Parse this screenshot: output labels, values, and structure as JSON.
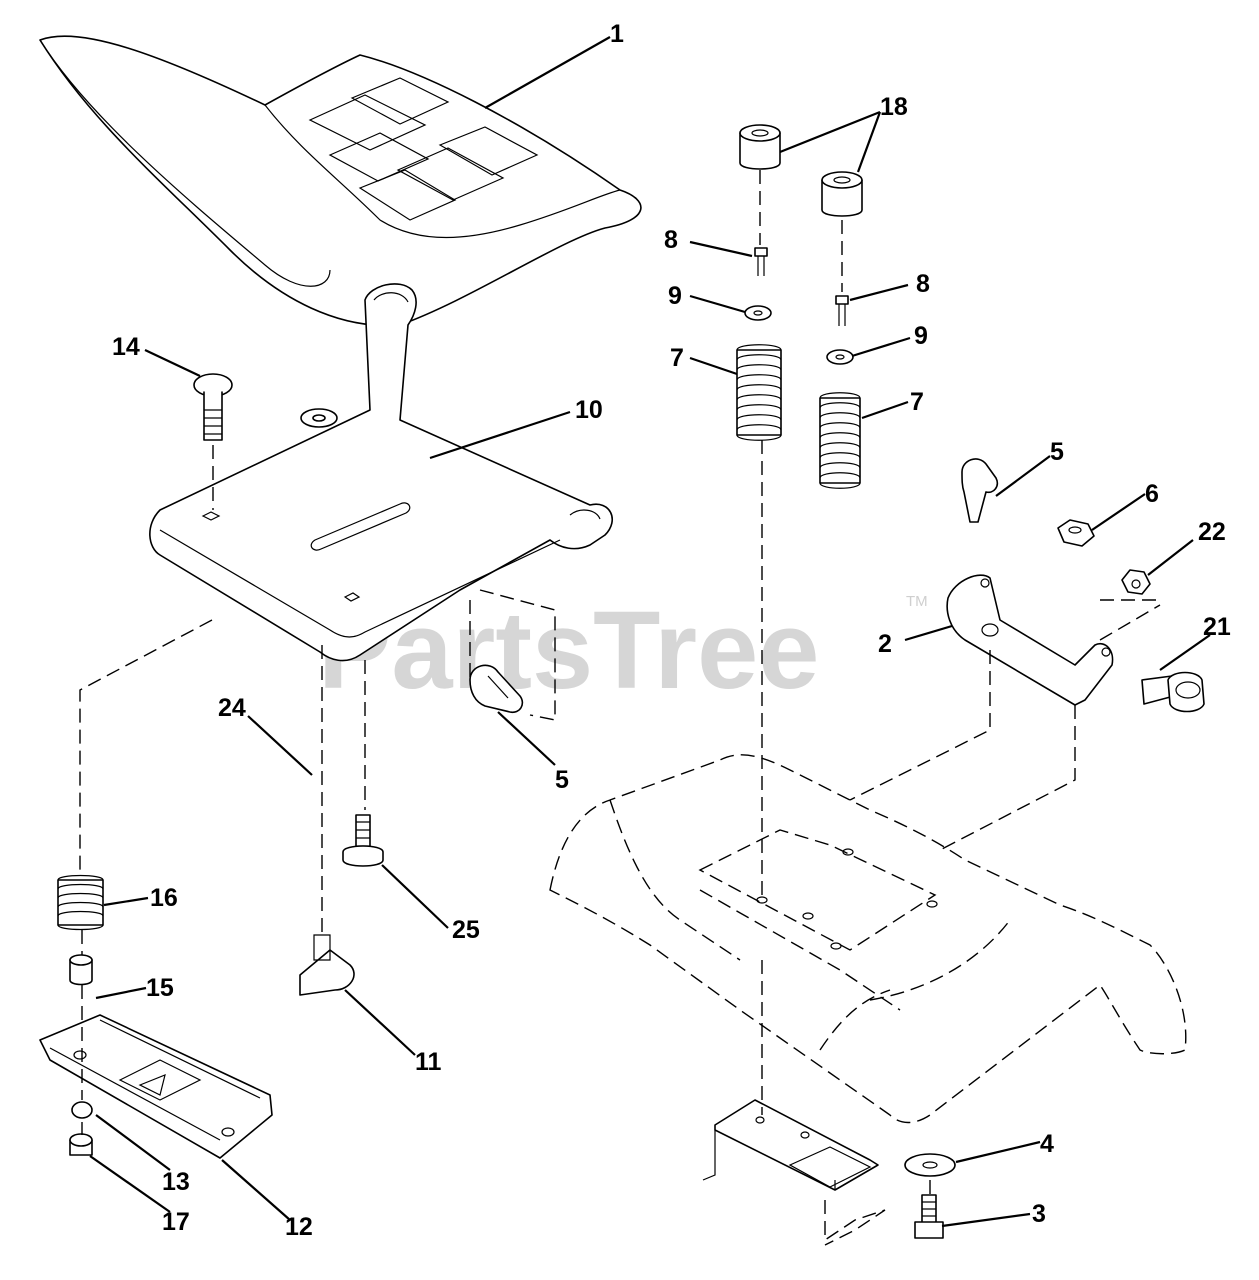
{
  "watermark": {
    "text": "PartsTree",
    "trademark": "TM"
  },
  "callouts": [
    {
      "id": "c1",
      "label": "1"
    },
    {
      "id": "c2",
      "label": "2"
    },
    {
      "id": "c3",
      "label": "3"
    },
    {
      "id": "c4",
      "label": "4"
    },
    {
      "id": "c5a",
      "label": "5"
    },
    {
      "id": "c5b",
      "label": "5"
    },
    {
      "id": "c6",
      "label": "6"
    },
    {
      "id": "c7a",
      "label": "7"
    },
    {
      "id": "c7b",
      "label": "7"
    },
    {
      "id": "c8a",
      "label": "8"
    },
    {
      "id": "c8b",
      "label": "8"
    },
    {
      "id": "c9a",
      "label": "9"
    },
    {
      "id": "c9b",
      "label": "9"
    },
    {
      "id": "c10",
      "label": "10"
    },
    {
      "id": "c11",
      "label": "11"
    },
    {
      "id": "c12",
      "label": "12"
    },
    {
      "id": "c13",
      "label": "13"
    },
    {
      "id": "c14",
      "label": "14"
    },
    {
      "id": "c15",
      "label": "15"
    },
    {
      "id": "c16",
      "label": "16"
    },
    {
      "id": "c17",
      "label": "17"
    },
    {
      "id": "c18",
      "label": "18"
    },
    {
      "id": "c21",
      "label": "21"
    },
    {
      "id": "c22",
      "label": "22"
    },
    {
      "id": "c24",
      "label": "24"
    },
    {
      "id": "c25",
      "label": "25"
    }
  ]
}
